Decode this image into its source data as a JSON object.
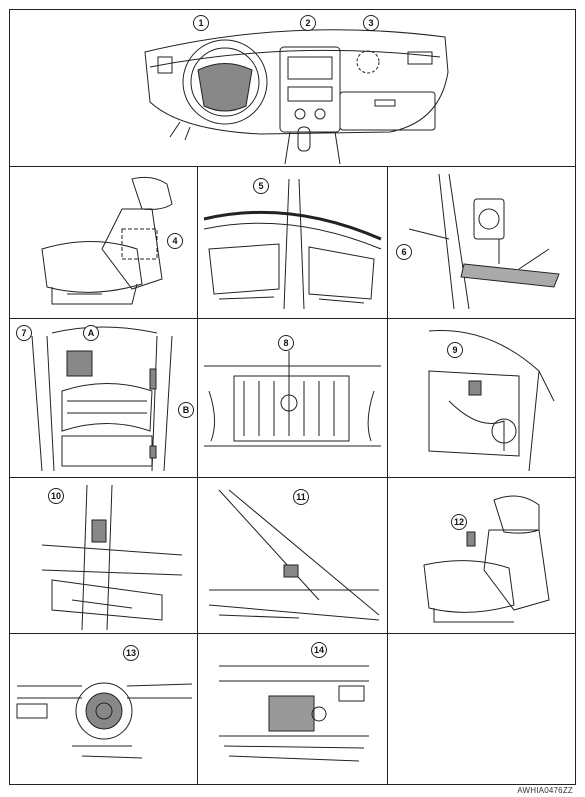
{
  "callouts": {
    "c1": "1",
    "c2": "2",
    "c3": "3",
    "c4": "4",
    "c5": "5",
    "c6": "6",
    "c7": "7",
    "cA": "A",
    "cB": "B",
    "c8": "8",
    "c9": "9",
    "c10": "10",
    "c11": "11",
    "c12": "12",
    "c13": "13",
    "c14": "14"
  },
  "figure_id": "AWHIA0476ZZ",
  "colors": {
    "line": "#222222",
    "background": "#ffffff"
  }
}
